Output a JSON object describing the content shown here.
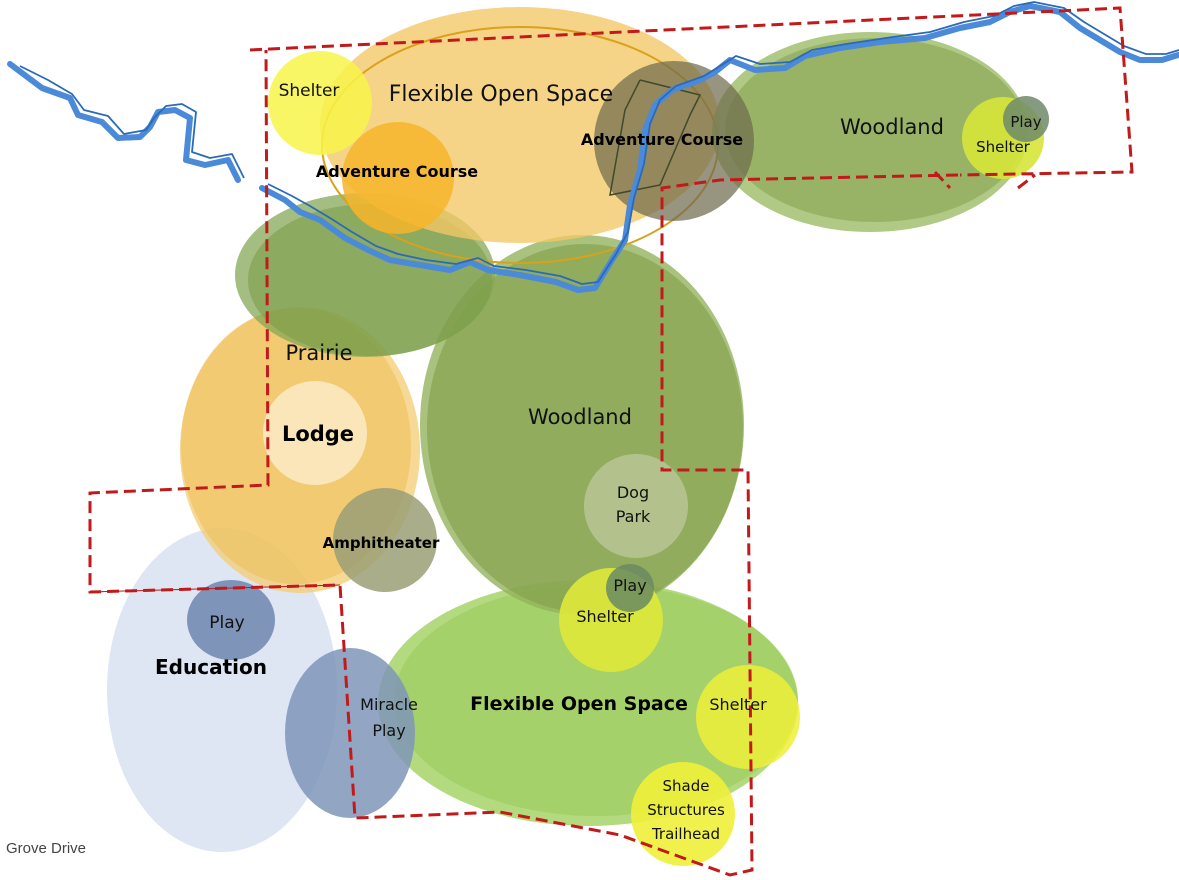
{
  "colors": {
    "river": "#4a8ad8",
    "river_thin": "#2a6ab8",
    "boundary": "#c21a1a",
    "woodland": "#8aa650",
    "woodland_alt": "#7f9a48",
    "prairie": "#f0c060",
    "open_space_orange": "#f4c45e",
    "adventure_orange": "#f7b52a",
    "adventure_dark": "#6e6a52",
    "flexible_open_space_green": "#9ccf5a",
    "shelter": "#f8f44a",
    "shelter_green": "#d8e83a",
    "play_blue": "#6d86ad",
    "education_blue": "#d6dff0",
    "miracle_play_blue": "#7f95b8",
    "lodge": "#fbe9c0",
    "dog_park": "#b7c491",
    "amphitheater": "#9ba079"
  },
  "labels": {
    "shelter_nw": "Shelter",
    "flexible_open_space_top": "Flexible Open Space",
    "adventure_course_left": "Adventure Course",
    "adventure_course_right": "Adventure Course",
    "woodland_ne": "Woodland",
    "play_ne": "Play",
    "shelter_ne": "Shelter",
    "prairie": "Prairie",
    "lodge": "Lodge",
    "amphitheater": "Amphitheater",
    "woodland_center": "Woodland",
    "dog_park_line1": "Dog",
    "dog_park_line2": "Park",
    "play_center": "Play",
    "shelter_center": "Shelter",
    "play_education": "Play",
    "education": "Education",
    "miracle_play_line1": "Miracle",
    "miracle_play_line2": "Play",
    "flexible_open_space_bottom": "Flexible Open Space",
    "shelter_east": "Shelter",
    "shade_line1": "Shade",
    "shade_line2": "Structures",
    "shade_line3": "Trailhead",
    "road": "Grove Drive"
  }
}
